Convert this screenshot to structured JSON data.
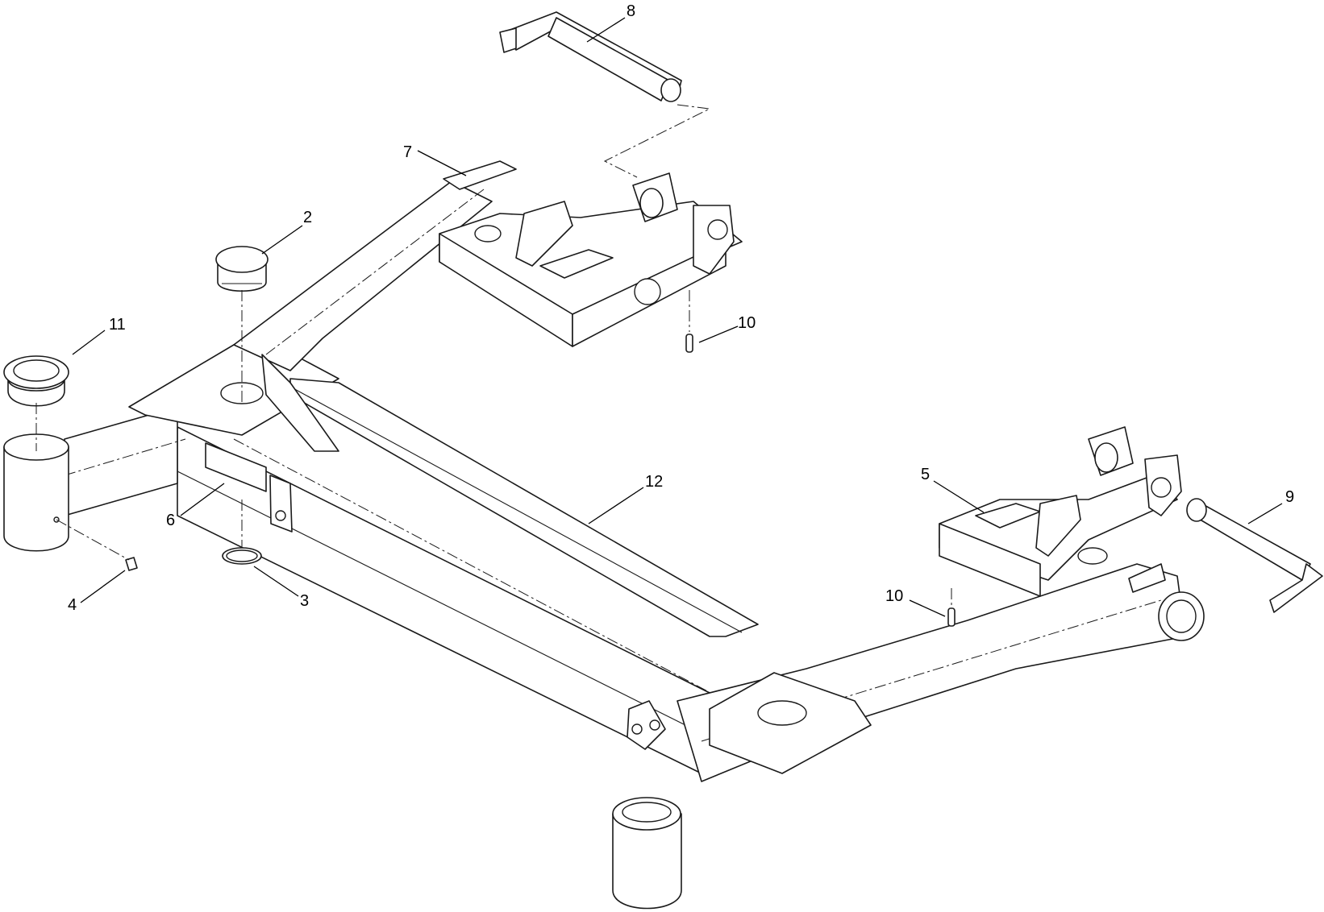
{
  "diagram": {
    "callouts": [
      {
        "id": "c8",
        "label": "8"
      },
      {
        "id": "c7",
        "label": "7"
      },
      {
        "id": "c2",
        "label": "2"
      },
      {
        "id": "c11",
        "label": "11"
      },
      {
        "id": "c10a",
        "label": "10"
      },
      {
        "id": "c12",
        "label": "12"
      },
      {
        "id": "c5",
        "label": "5"
      },
      {
        "id": "c9",
        "label": "9"
      },
      {
        "id": "c6",
        "label": "6"
      },
      {
        "id": "c4",
        "label": "4"
      },
      {
        "id": "c3",
        "label": "3"
      },
      {
        "id": "c10b",
        "label": "10"
      }
    ]
  }
}
